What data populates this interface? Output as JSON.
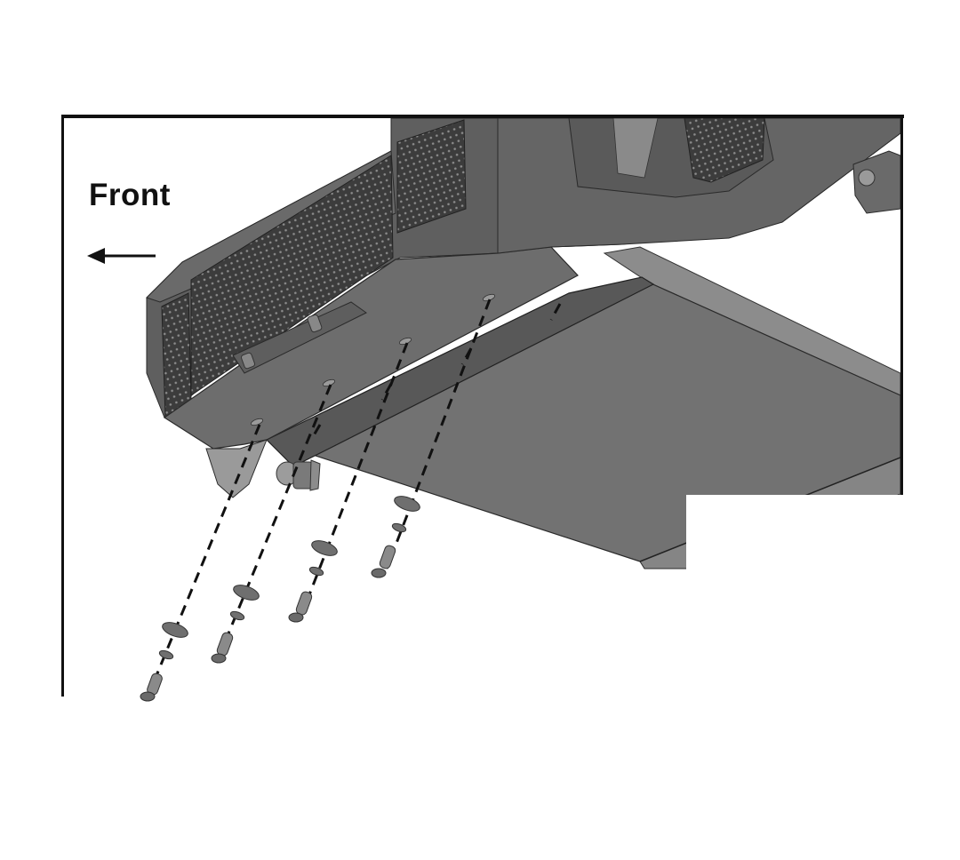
{
  "figure": {
    "type": "exploded assembly diagram",
    "subject": "front bumper with skid plate and mounting hardware (underside view)",
    "direction_label": "Front",
    "direction_arrow": "left-arrow-icon",
    "colors": {
      "frame": "#111111",
      "bumper_face": "#6e6e6e",
      "bumper_top": "#5f5f5f",
      "skid_plate": "#727272",
      "skid_lip": "#8a8a8a",
      "strip": "#555555",
      "mesh": "#3a3a3a",
      "hardware": "#7a7a7a",
      "dash_line": "#111111"
    },
    "hardware_sets": [
      {
        "id": 1,
        "parts": [
          "large washer",
          "small washer",
          "button-head bolt"
        ]
      },
      {
        "id": 2,
        "parts": [
          "large washer",
          "small washer",
          "button-head bolt"
        ]
      },
      {
        "id": 3,
        "parts": [
          "large washer",
          "small washer",
          "button-head bolt"
        ]
      },
      {
        "id": 4,
        "parts": [
          "large washer",
          "small washer",
          "button-head bolt"
        ]
      }
    ]
  }
}
